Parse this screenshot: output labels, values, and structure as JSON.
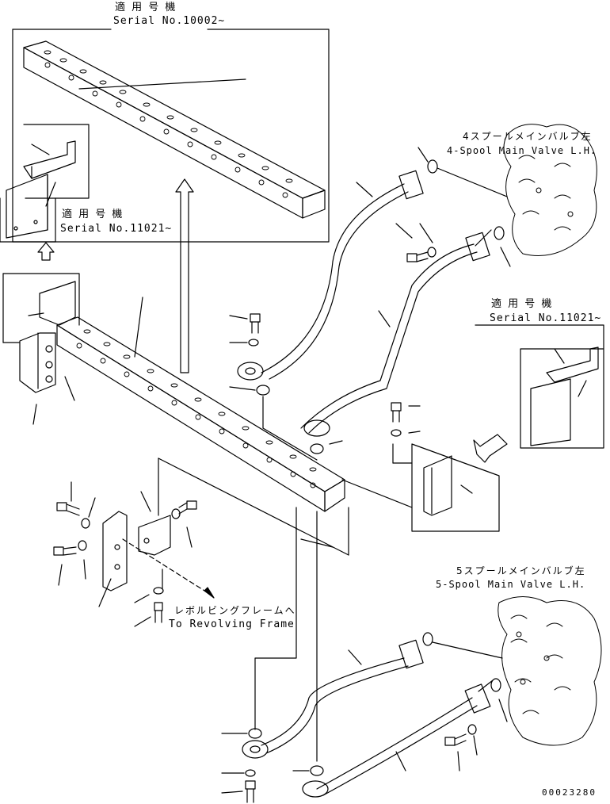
{
  "drawing": {
    "label_top_jp": "適 用 号 機",
    "label_top_serial": "Serial No.10002~",
    "label_left_jp": "適 用 号 機",
    "label_left_serial": "Serial No.11021~",
    "label_right_jp": "適 用 号 機",
    "label_right_serial": "Serial No.11021~",
    "valve4_jp": "4スプールメインバルブ左",
    "valve4_en": "4-Spool Main Valve L.H.",
    "valve5_jp": "5スプールメインバルブ左",
    "valve5_en": "5-Spool Main Valve L.H.",
    "revolving_jp": "レボルビングフレームへ",
    "revolving_en": "To Revolving Frame",
    "drawing_number": "00023280"
  },
  "colors": {
    "ink": "#000000",
    "paper": "#ffffff"
  }
}
